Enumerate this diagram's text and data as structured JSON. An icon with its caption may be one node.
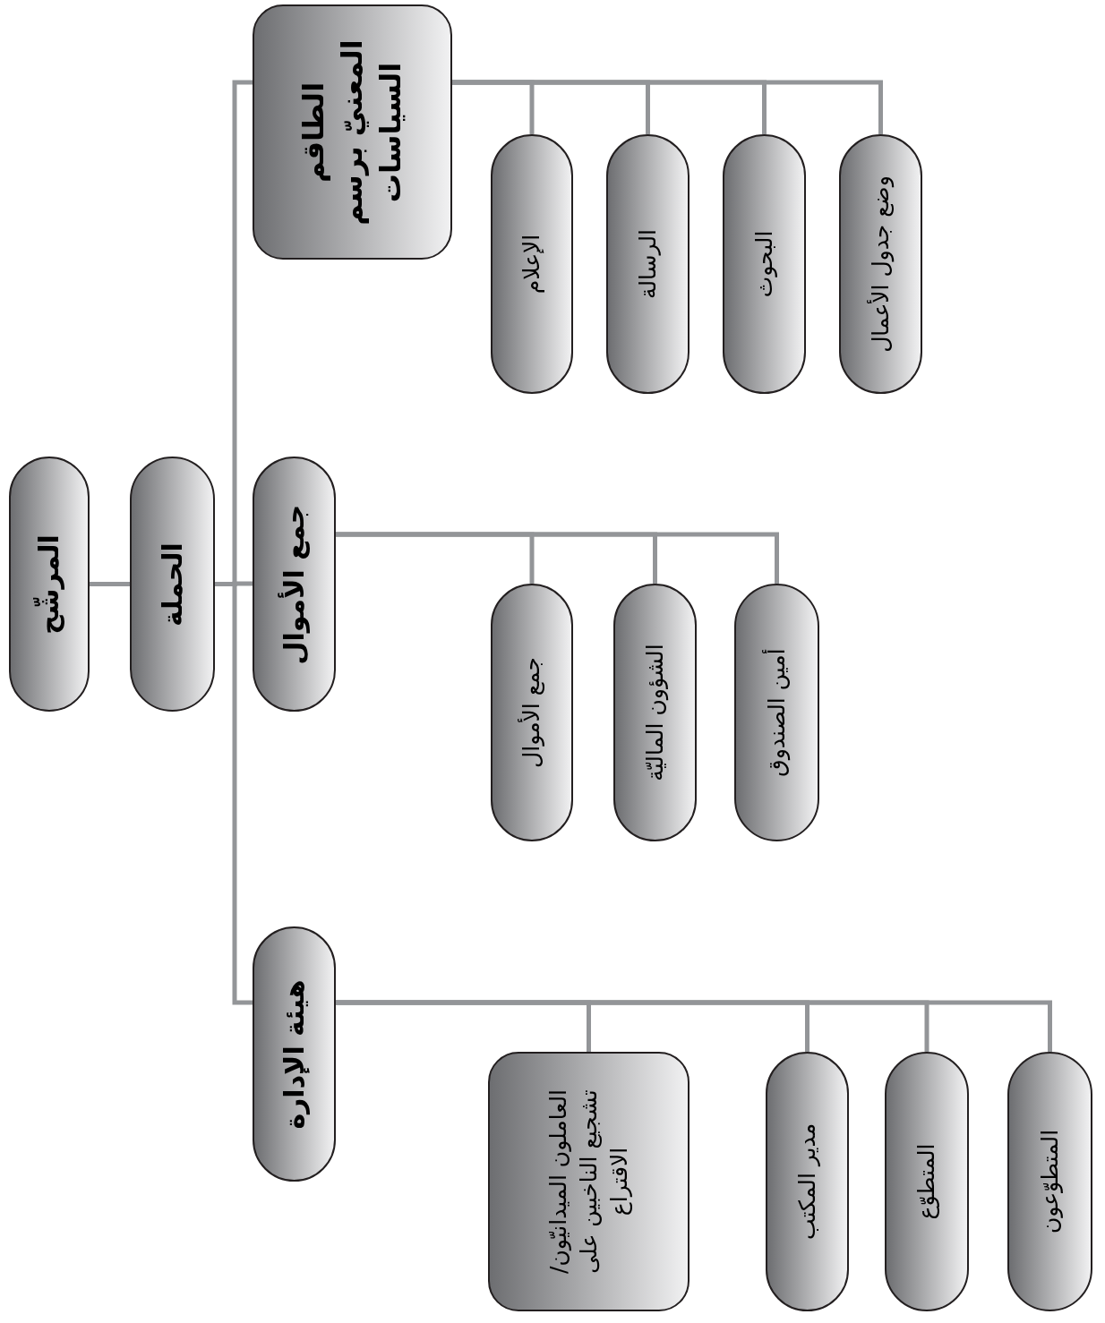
{
  "diagram": {
    "nodes": [
      {
        "text": [
          "المرشّح"
        ]
      },
      {
        "text": [
          "الحملة"
        ]
      },
      {
        "text": [
          "الطاقم المعنيّ برسم السياسات"
        ]
      },
      {
        "text": [
          "جمع الأموال"
        ]
      },
      {
        "text": [
          "هيئة الإدارة"
        ]
      },
      {
        "text": [
          "الإعلام"
        ]
      },
      {
        "text": [
          "الرسالة"
        ]
      },
      {
        "text": [
          "البحوث"
        ]
      },
      {
        "text": [
          "وضع جدول الأعمال"
        ]
      },
      {
        "text": [
          "جمع الأموال"
        ]
      },
      {
        "text": [
          "الشؤون الماليّة"
        ]
      },
      {
        "text": [
          "أمين الصندوق"
        ]
      },
      {
        "text": [
          "العاملون الميدانيّون/تشجيع الناخبين على الاقتراع"
        ]
      },
      {
        "text": [
          "مدير المكتب"
        ]
      },
      {
        "text": [
          "المتطوّع"
        ]
      },
      {
        "text": [
          "المتطوّعون"
        ]
      }
    ],
    "edges": [
      {
        "from": 0,
        "to": 1,
        "arrow": "none"
      },
      {
        "from": 1,
        "to": 2,
        "arrow": "none"
      },
      {
        "from": 1,
        "to": 3,
        "arrow": "none"
      },
      {
        "from": 1,
        "to": 4,
        "arrow": "none"
      },
      {
        "from": 2,
        "to": 5,
        "arrow": "none"
      },
      {
        "from": 2,
        "to": 6,
        "arrow": "none"
      },
      {
        "from": 2,
        "to": 7,
        "arrow": "none"
      },
      {
        "from": 2,
        "to": 8,
        "arrow": "none"
      },
      {
        "from": 3,
        "to": 9,
        "arrow": "none"
      },
      {
        "from": 3,
        "to": 10,
        "arrow": "none"
      },
      {
        "from": 3,
        "to": 11,
        "arrow": "none"
      },
      {
        "from": 4,
        "to": 12,
        "arrow": "none"
      },
      {
        "from": 4,
        "to": 13,
        "arrow": "none"
      },
      {
        "from": 4,
        "to": 14,
        "arrow": "none"
      },
      {
        "from": 4,
        "to": 15,
        "arrow": "none"
      }
    ]
  }
}
